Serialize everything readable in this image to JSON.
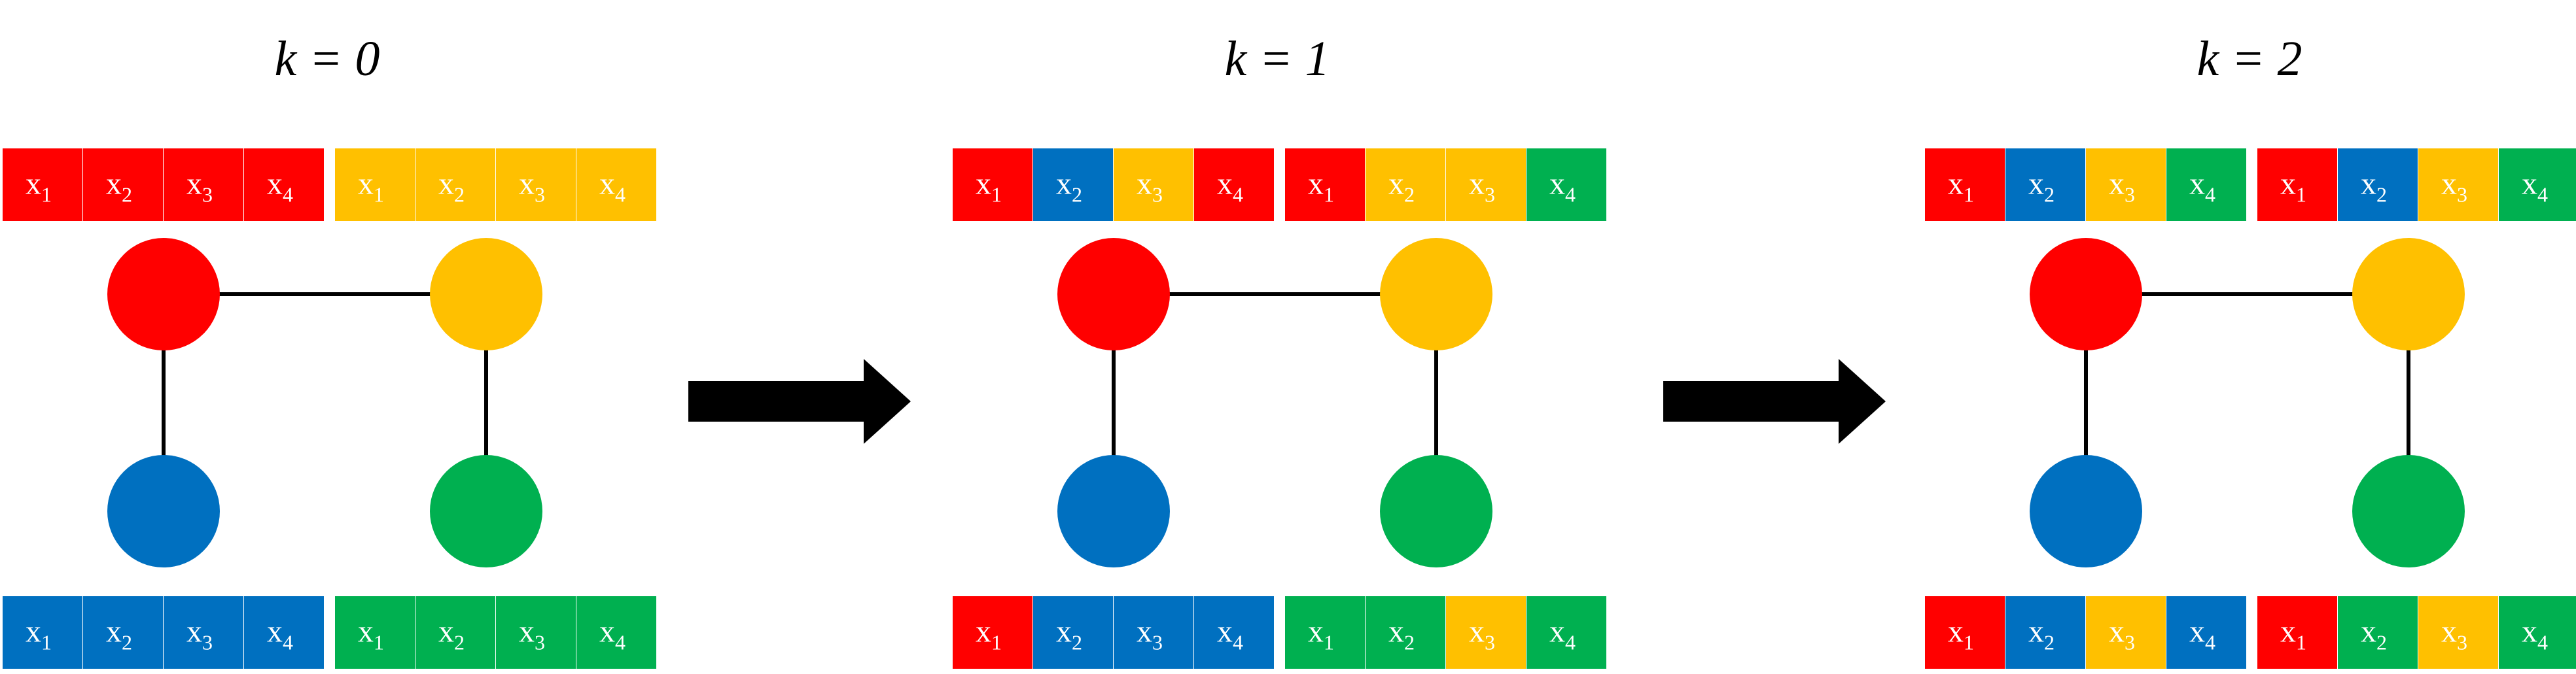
{
  "colors": {
    "red": "#ff0000",
    "yellow": "#ffc000",
    "blue": "#0070c0",
    "green": "#00b050",
    "edge": "#000000",
    "arrow": "#000000",
    "cell_text": "#ffffff"
  },
  "diagram": {
    "panels": [
      {
        "id": "k0",
        "title": "k = 0",
        "nodes": [
          {
            "id": "red",
            "color": "red"
          },
          {
            "id": "yellow",
            "color": "yellow"
          },
          {
            "id": "blue",
            "color": "blue"
          },
          {
            "id": "green",
            "color": "green"
          }
        ],
        "edges": [
          [
            "red",
            "yellow"
          ],
          [
            "red",
            "blue"
          ],
          [
            "yellow",
            "green"
          ]
        ],
        "vectors": {
          "red": {
            "labels": [
              "x1",
              "x2",
              "x3",
              "x4"
            ],
            "colors": [
              "red",
              "red",
              "red",
              "red"
            ]
          },
          "yellow": {
            "labels": [
              "x1",
              "x2",
              "x3",
              "x4"
            ],
            "colors": [
              "yellow",
              "yellow",
              "yellow",
              "yellow"
            ]
          },
          "blue": {
            "labels": [
              "x1",
              "x2",
              "x3",
              "x4"
            ],
            "colors": [
              "blue",
              "blue",
              "blue",
              "blue"
            ]
          },
          "green": {
            "labels": [
              "x1",
              "x2",
              "x3",
              "x4"
            ],
            "colors": [
              "green",
              "green",
              "green",
              "green"
            ]
          }
        }
      },
      {
        "id": "k1",
        "title": "k = 1",
        "nodes": [
          {
            "id": "red",
            "color": "red"
          },
          {
            "id": "yellow",
            "color": "yellow"
          },
          {
            "id": "blue",
            "color": "blue"
          },
          {
            "id": "green",
            "color": "green"
          }
        ],
        "edges": [
          [
            "red",
            "yellow"
          ],
          [
            "red",
            "blue"
          ],
          [
            "yellow",
            "green"
          ]
        ],
        "vectors": {
          "red": {
            "labels": [
              "x1",
              "x2",
              "x3",
              "x4"
            ],
            "colors": [
              "red",
              "blue",
              "yellow",
              "red"
            ]
          },
          "yellow": {
            "labels": [
              "x1",
              "x2",
              "x3",
              "x4"
            ],
            "colors": [
              "red",
              "yellow",
              "yellow",
              "green"
            ]
          },
          "blue": {
            "labels": [
              "x1",
              "x2",
              "x3",
              "x4"
            ],
            "colors": [
              "red",
              "blue",
              "blue",
              "blue"
            ]
          },
          "green": {
            "labels": [
              "x1",
              "x2",
              "x3",
              "x4"
            ],
            "colors": [
              "green",
              "green",
              "yellow",
              "green"
            ]
          }
        }
      },
      {
        "id": "k2",
        "title": "k = 2",
        "nodes": [
          {
            "id": "red",
            "color": "red"
          },
          {
            "id": "yellow",
            "color": "yellow"
          },
          {
            "id": "blue",
            "color": "blue"
          },
          {
            "id": "green",
            "color": "green"
          }
        ],
        "edges": [
          [
            "red",
            "yellow"
          ],
          [
            "red",
            "blue"
          ],
          [
            "yellow",
            "green"
          ]
        ],
        "vectors": {
          "red": {
            "labels": [
              "x1",
              "x2",
              "x3",
              "x4"
            ],
            "colors": [
              "red",
              "blue",
              "yellow",
              "green"
            ]
          },
          "yellow": {
            "labels": [
              "x1",
              "x2",
              "x3",
              "x4"
            ],
            "colors": [
              "red",
              "blue",
              "yellow",
              "green"
            ]
          },
          "blue": {
            "labels": [
              "x1",
              "x2",
              "x3",
              "x4"
            ],
            "colors": [
              "red",
              "blue",
              "yellow",
              "blue"
            ]
          },
          "green": {
            "labels": [
              "x1",
              "x2",
              "x3",
              "x4"
            ],
            "colors": [
              "red",
              "green",
              "yellow",
              "green"
            ]
          }
        }
      }
    ],
    "arrows": [
      {
        "from": "k0",
        "to": "k1"
      },
      {
        "from": "k1",
        "to": "k2"
      }
    ]
  }
}
